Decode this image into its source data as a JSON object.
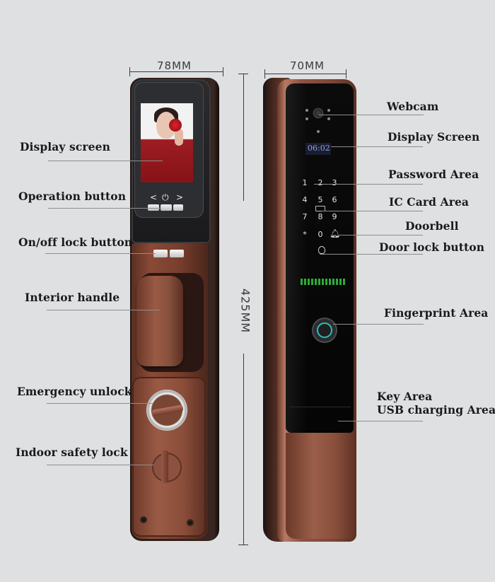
{
  "dimensions": {
    "interior_width": "78MM",
    "exterior_width": "70MM",
    "height": "425MM"
  },
  "interior_labels": [
    {
      "id": "display-screen",
      "text": "Display screen"
    },
    {
      "id": "operation-button",
      "text": "Operation button"
    },
    {
      "id": "onoff-lock-button",
      "text": "On/off lock button"
    },
    {
      "id": "interior-handle",
      "text": "Interior handle"
    },
    {
      "id": "emergency-unlock",
      "text": "Emergency unlock"
    },
    {
      "id": "indoor-safety-lock",
      "text": "Indoor safety lock"
    }
  ],
  "exterior_labels": [
    {
      "id": "webcam",
      "text": "Webcam"
    },
    {
      "id": "display-screen",
      "text": "Display Screen"
    },
    {
      "id": "password-area",
      "text": "Password Area"
    },
    {
      "id": "ic-card-area",
      "text": "IC Card Area"
    },
    {
      "id": "doorbell",
      "text": "Doorbell"
    },
    {
      "id": "door-lock-button",
      "text": "Door lock button"
    },
    {
      "id": "fingerprint-area",
      "text": "Fingerprint Area"
    },
    {
      "id": "key-area",
      "text": "Key Area"
    },
    {
      "id": "usb-charging-area",
      "text": "USB charging Area"
    }
  ],
  "interior_device": {
    "controls": {
      "prev": "<",
      "power": "⏻",
      "next": ">"
    }
  },
  "exterior_device": {
    "display_time": "06:02",
    "keypad": [
      "1",
      "2",
      "3",
      "4",
      "5",
      "6",
      "7",
      "8",
      "9",
      "*",
      "0"
    ],
    "doorbell_icon": "bell",
    "lock_icon": "padlock"
  },
  "colors": {
    "background": "#dfe0e2",
    "copper": "#8a4d39",
    "panel": "#050505",
    "fingerprint_ring": "#2cc0b4",
    "led": "#2fbf3a",
    "display_text": "#8da3e6"
  }
}
